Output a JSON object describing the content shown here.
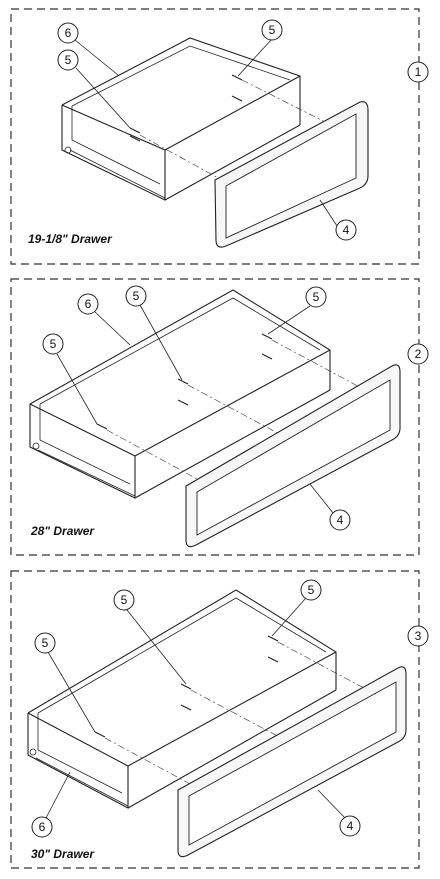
{
  "sections": [
    {
      "number": "1",
      "title": "19-1/8\" Drawer",
      "callouts": {
        "side": "6",
        "screw_a": "5",
        "screw_b": "5",
        "front": "4"
      }
    },
    {
      "number": "2",
      "title": "28\" Drawer",
      "callouts": {
        "side": "6",
        "screw_a": "5",
        "screw_b": "5",
        "screw_c": "5",
        "front": "4"
      }
    },
    {
      "number": "3",
      "title": "30\" Drawer",
      "callouts": {
        "side": "6",
        "screw_a": "5",
        "screw_b": "5",
        "screw_c": "5",
        "front": "4"
      }
    }
  ]
}
